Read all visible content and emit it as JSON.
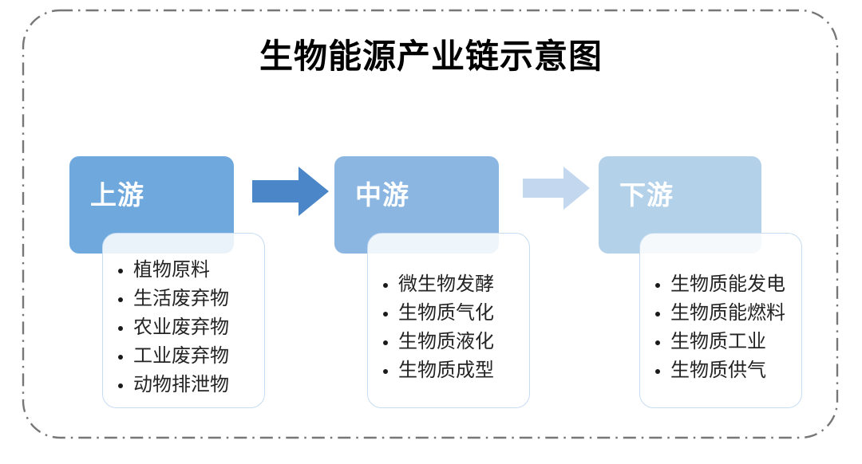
{
  "diagram": {
    "title": "生物能源产业链示意图",
    "frame": {
      "style": "dash-dot rounded rectangle",
      "color": "#777777"
    },
    "stages": [
      {
        "id": "upstream",
        "label": "上游",
        "header_color": "#6fa8dc",
        "items": [
          "植物原料",
          "生活废弃物",
          "农业废弃物",
          "工业废弃物",
          "动物排泄物"
        ]
      },
      {
        "id": "midstream",
        "label": "中游",
        "header_color": "#8ab6e1",
        "items": [
          "微生物发酵",
          "生物质气化",
          "生物质液化",
          "生物质成型"
        ]
      },
      {
        "id": "downstream",
        "label": "下游",
        "header_color": "#b4d1ea",
        "items": [
          "生物质能发电",
          "生物质能燃料",
          "生物质工业",
          "生物质供气"
        ]
      }
    ],
    "arrows": [
      {
        "id": "arrow-upstream-to-midstream",
        "color": "#4a86c8",
        "direction": "right"
      },
      {
        "id": "arrow-midstream-to-downstream",
        "color": "#c3d7ee",
        "direction": "right"
      }
    ]
  },
  "chart_data": {
    "type": "diagram",
    "title": "生物能源产业链示意图",
    "flow": [
      "上游",
      "中游",
      "下游"
    ],
    "nodes": [
      {
        "stage": "上游",
        "children": [
          "植物原料",
          "生活废弃物",
          "农业废弃物",
          "工业废弃物",
          "动物排泄物"
        ]
      },
      {
        "stage": "中游",
        "children": [
          "微生物发酵",
          "生物质气化",
          "生物质液化",
          "生物质成型"
        ]
      },
      {
        "stage": "下游",
        "children": [
          "生物质能发电",
          "生物质能燃料",
          "生物质工业",
          "生物质供气"
        ]
      }
    ]
  }
}
